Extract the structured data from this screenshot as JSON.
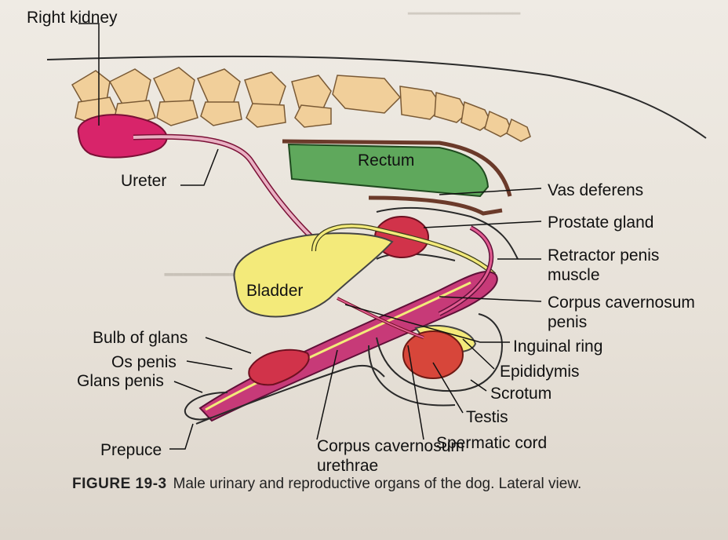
{
  "labels": {
    "right_kidney": "Right kidney",
    "ureter": "Ureter",
    "rectum": "Rectum",
    "vas_deferens": "Vas deferens",
    "prostate_gland": "Prostate gland",
    "retractor_penis_muscle": "Retractor penis muscle",
    "corpus_cavernosum_penis": "Corpus cavernosum penis",
    "bladder": "Bladder",
    "bulb_of_glans": "Bulb of glans",
    "os_penis": "Os penis",
    "glans_penis": "Glans penis",
    "inguinal_ring": "Inguinal ring",
    "epididymis": "Epididymis",
    "scrotum": "Scrotum",
    "testis": "Testis",
    "spermatic_cord": "Spermatic cord",
    "corpus_cavernosum_urethrae": "Corpus cavernosum urethrae",
    "prepuce": "Prepuce"
  },
  "caption": {
    "figure": "FIGURE 19-3",
    "text": "Male urinary and reproductive organs of the dog. Lateral view."
  },
  "colors": {
    "vertebrae": "#f1cf9a",
    "kidney": "#d8246a",
    "ureter": "#e9b1c3",
    "rectum": "#5fa85c",
    "rectum_wall": "#6b3a2a",
    "bladder": "#f3ea7a",
    "prostate": "#d1334a",
    "penis": "#c73a78",
    "testis": "#d7463a"
  }
}
